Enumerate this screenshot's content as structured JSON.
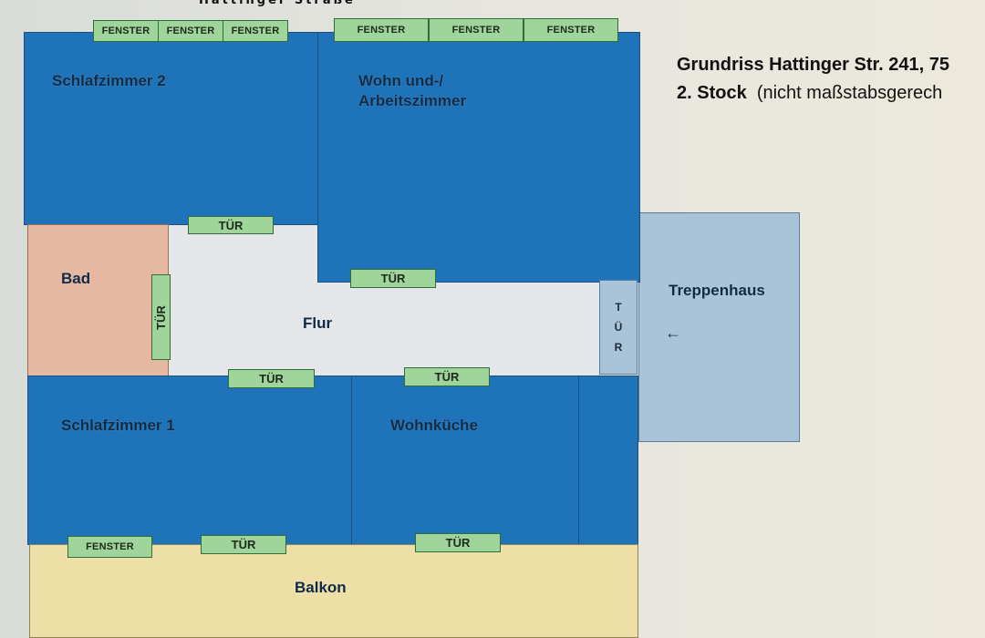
{
  "street": "Hattinger Straße",
  "heading": {
    "line1": "Grundriss Hattinger Str. 241, 75",
    "line2_bold": "2. Stock",
    "line2_note": "(nicht maßstabsgerech"
  },
  "rooms": {
    "schlafzimmer2": "Schlafzimmer 2",
    "wohn_line1": "Wohn und-/",
    "wohn_line2": "Arbeitszimmer",
    "bad": "Bad",
    "flur": "Flur",
    "treppenhaus": "Treppenhaus",
    "schlafzimmer1": "Schlafzimmer 1",
    "wohnkueche": "Wohnküche",
    "balkon": "Balkon"
  },
  "labels": {
    "fenster": "FENSTER",
    "tuer": "TÜR",
    "tuer_letters": [
      "T",
      "Ü",
      "R"
    ]
  },
  "arrow": "←",
  "colors": {
    "room_blue": "#1f73b8",
    "bath": "#e6b7a1",
    "hall": "#e4e6ea",
    "stair": "#a9c4d8",
    "balcony": "#eddfa6",
    "tag_green": "#9fd49a"
  }
}
